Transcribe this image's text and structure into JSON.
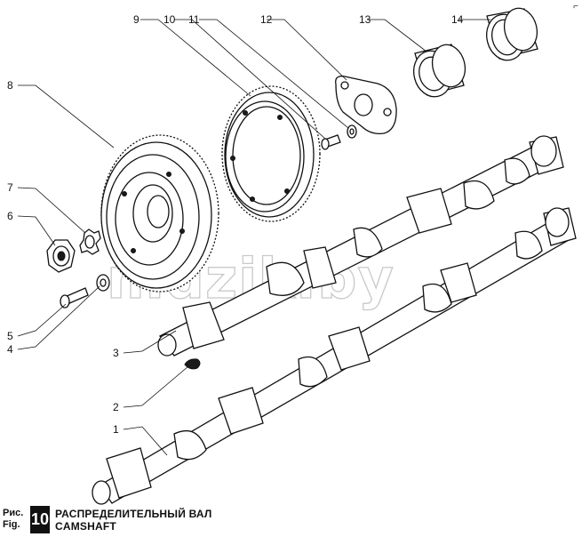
{
  "figure": {
    "label_ru": "Рис.",
    "label_en": "Fig.",
    "number": "10",
    "title_ru": "РАСПРЕДЕЛИТЕЛЬНЫЙ ВАЛ",
    "title_en": "CAMSHAFT"
  },
  "callouts": [
    "1",
    "2",
    "3",
    "4",
    "5",
    "6",
    "7",
    "8",
    "9",
    "10",
    "11",
    "12",
    "13",
    "14"
  ],
  "watermark": "mdzik.by",
  "corner_mark": "⌐"
}
